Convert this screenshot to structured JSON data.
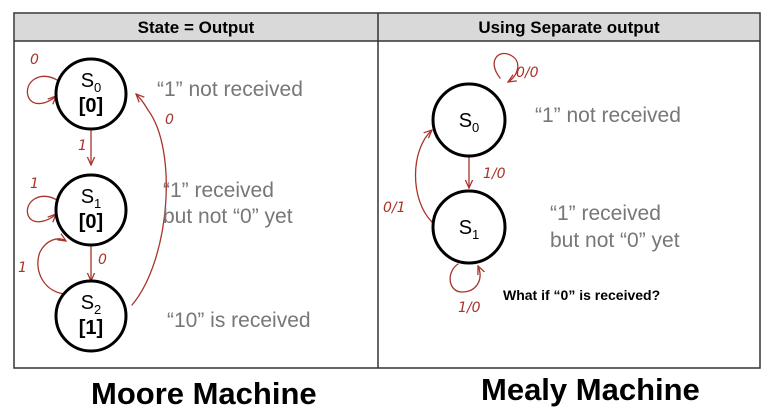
{
  "moore": {
    "header": "State = Output",
    "states": [
      {
        "name": "S",
        "sub": "0",
        "output": "[0]",
        "description": [
          "“1” not received"
        ]
      },
      {
        "name": "S",
        "sub": "1",
        "output": "[0]",
        "description": [
          "“1” received",
          "but not “0” yet"
        ]
      },
      {
        "name": "S",
        "sub": "2",
        "output": "[1]",
        "description": [
          "“10” is received"
        ]
      }
    ],
    "transition_labels": {
      "s0_self": "0",
      "s2_to_s0": "0",
      "s0_to_s1": "1",
      "s1_self": "1",
      "s1_to_s2": "0",
      "s2_to_s1": "1"
    },
    "caption": "Moore Machine"
  },
  "mealy": {
    "header": "Using Separate output",
    "states": [
      {
        "name": "S",
        "sub": "0",
        "description": [
          "“1” not received"
        ]
      },
      {
        "name": "S",
        "sub": "1",
        "description": [
          "“1” received",
          "but not “0” yet"
        ]
      }
    ],
    "transition_labels": {
      "s0_self": "0/0",
      "s0_to_s1": "1/0",
      "s1_to_s0": "0/1",
      "s1_self": "1/0"
    },
    "question": "What if “0” is received?",
    "caption": "Mealy Machine"
  }
}
